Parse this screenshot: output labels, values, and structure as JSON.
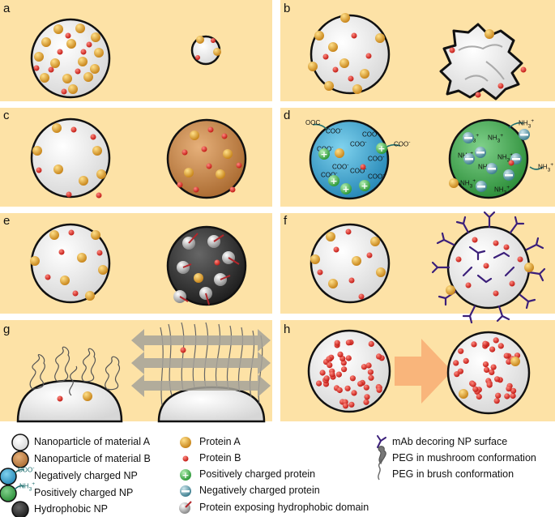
{
  "panels": {
    "a": "a",
    "b": "b",
    "c": "c",
    "d": "d",
    "e": "e",
    "f": "f",
    "g": "g",
    "h": "h"
  },
  "panel_d": {
    "coo": "COO",
    "coo_minus": "-",
    "coo_prefix": "OOC",
    "nh3": "NH",
    "nh3_sub": "3",
    "plus": "+"
  },
  "legend": {
    "material_a": "Nanoparticle of material A",
    "material_b": "Nanoparticle of material B",
    "neg_np": "Negatively charged NP",
    "pos_np": "Positively charged NP",
    "hydrophobic_np": "Hydrophobic NP",
    "protein_a": "Protein A",
    "protein_b": "Protein B",
    "pos_protein": "Positively charged protein",
    "neg_protein": "Negatively charged protein",
    "hydrophobic_protein": "Protein exposing hydrophobic domain",
    "mab": "mAb decoring NP surface",
    "peg_mushroom": "PEG in mushroom conformation",
    "peg_brush": "PEG in brush conformation",
    "legend_coo": "COO",
    "legend_nh3": "NH",
    "legend_sub3": "3"
  },
  "colors": {
    "panel_bg": "#fde2a6",
    "np_a": "#ededed",
    "protein_a": "#e3a32b",
    "protein_b": "#e12a24",
    "neg_np": "#38a9d3",
    "pos_np": "#3fad4a",
    "hydrophobic_np": "#333333",
    "material_b": "#c98844",
    "mab": "#3b1f7a",
    "arrow": "#f9b57b"
  }
}
